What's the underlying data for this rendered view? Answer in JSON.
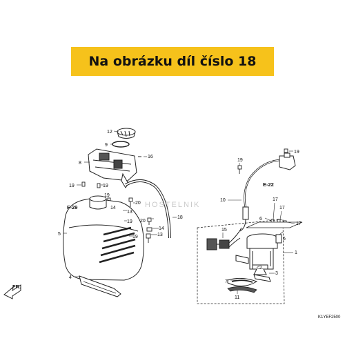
{
  "banner": {
    "text": "Na obrázku díl číslo 18"
  },
  "refs": {
    "f29": "F-29",
    "e22": "E-22",
    "fr": "FR."
  },
  "diagram_code": "K1YEF2500",
  "watermark": "HOSTELNIK",
  "callouts": {
    "c1": "1",
    "c2": "2",
    "c3": "3",
    "c4": "4",
    "c5": "5",
    "c6a": "6",
    "c6b": "6",
    "c7": "7",
    "c8": "8",
    "c9": "9",
    "c10": "10",
    "c11": "11",
    "c12": "12",
    "c13a": "13",
    "c13b": "13",
    "c14a": "14",
    "c14b": "14",
    "c15": "15",
    "c16": "16",
    "c17a": "17",
    "c17b": "17",
    "c17c": "17",
    "c18": "18",
    "c19a": "19",
    "c19b": "19",
    "c19c": "19",
    "c19d": "19",
    "c19e": "19",
    "c19f": "19",
    "c20a": "20",
    "c20b": "20"
  }
}
